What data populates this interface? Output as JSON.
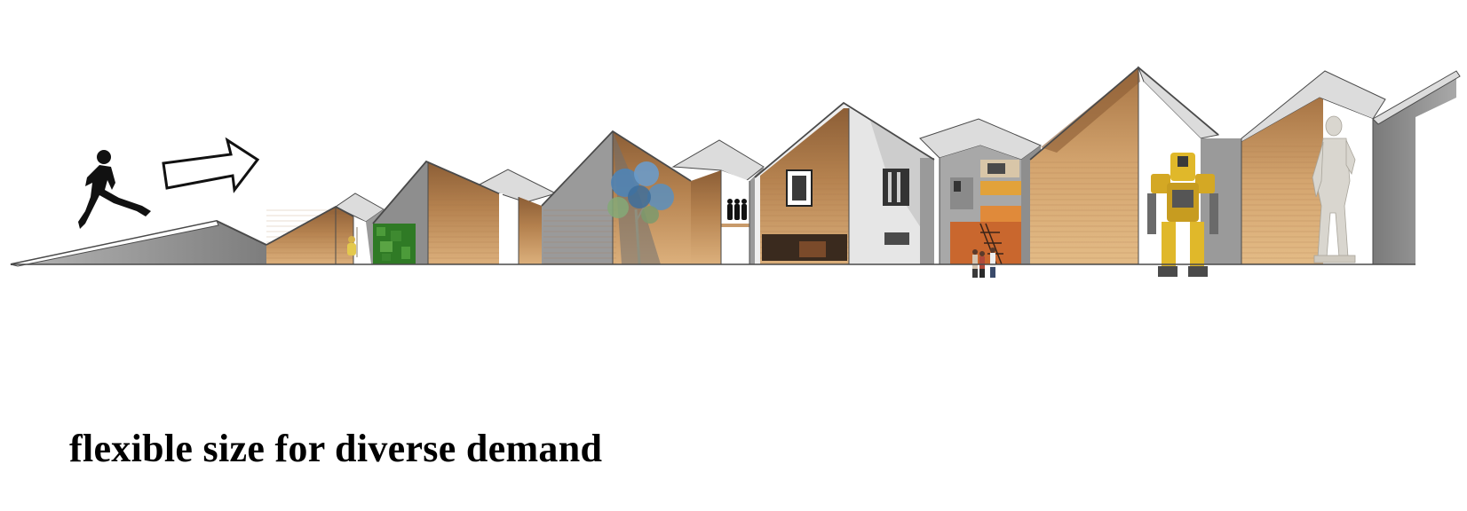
{
  "caption": "flexible size for diverse demand",
  "palette": {
    "wood_light": "#d7ab78",
    "wood_dark": "#8c5e36",
    "roof_top": "#dcdcdc",
    "wall_grey": "#9a9a9a",
    "outline": "#4a4a4a",
    "ramp": "#8e8e8e"
  },
  "icons": [
    "running-person-icon",
    "right-arrow-icon"
  ],
  "figures": [
    "child-figure",
    "green-wall",
    "tree",
    "people-group",
    "window-openings",
    "orange-interior",
    "visitors-group",
    "robot-figure",
    "statue-figure"
  ]
}
